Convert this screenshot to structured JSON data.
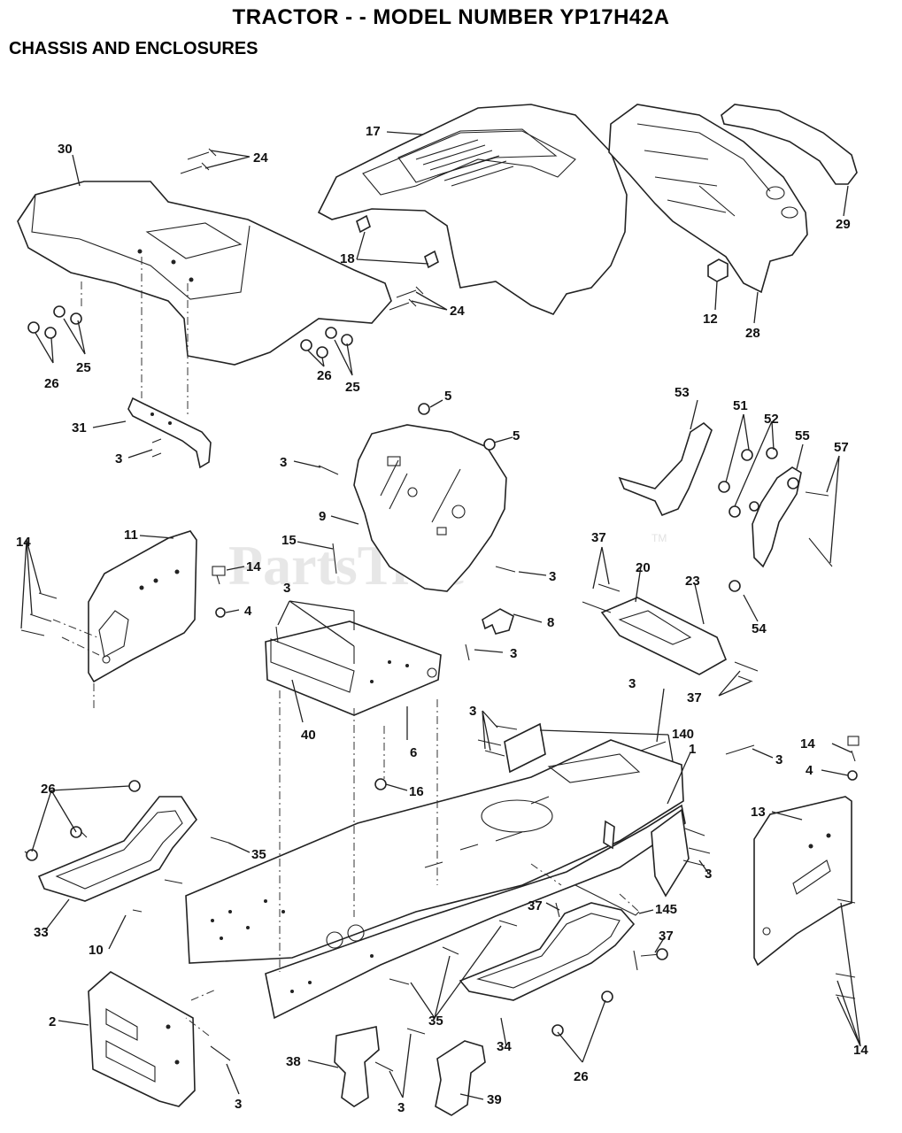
{
  "header": {
    "title": "TRACTOR - - MODEL NUMBER YP17H42A",
    "subtitle": "CHASSIS AND ENCLOSURES"
  },
  "watermark": {
    "text": "PartsTree",
    "tm": "TM"
  },
  "callouts": [
    {
      "id": "c30",
      "text": "30"
    },
    {
      "id": "c24a",
      "text": "24"
    },
    {
      "id": "c17",
      "text": "17"
    },
    {
      "id": "c18",
      "text": "18"
    },
    {
      "id": "c29",
      "text": "29"
    },
    {
      "id": "c24b",
      "text": "24"
    },
    {
      "id": "c12",
      "text": "12"
    },
    {
      "id": "c28",
      "text": "28"
    },
    {
      "id": "c25a",
      "text": "25"
    },
    {
      "id": "c26a",
      "text": "26"
    },
    {
      "id": "c25b",
      "text": "25"
    },
    {
      "id": "c26b",
      "text": "26"
    },
    {
      "id": "c5a",
      "text": "5"
    },
    {
      "id": "c53",
      "text": "53"
    },
    {
      "id": "c51",
      "text": "51"
    },
    {
      "id": "c52",
      "text": "52"
    },
    {
      "id": "c55",
      "text": "55"
    },
    {
      "id": "c57",
      "text": "57"
    },
    {
      "id": "c31",
      "text": "31"
    },
    {
      "id": "c5b",
      "text": "5"
    },
    {
      "id": "c3a",
      "text": "3"
    },
    {
      "id": "c3b",
      "text": "3"
    },
    {
      "id": "c9",
      "text": "9"
    },
    {
      "id": "c11",
      "text": "11"
    },
    {
      "id": "c15",
      "text": "15"
    },
    {
      "id": "c14a",
      "text": "14"
    },
    {
      "id": "c14b",
      "text": "14"
    },
    {
      "id": "c3c",
      "text": "3"
    },
    {
      "id": "c37a",
      "text": "37"
    },
    {
      "id": "c20",
      "text": "20"
    },
    {
      "id": "c23",
      "text": "23"
    },
    {
      "id": "c54",
      "text": "54"
    },
    {
      "id": "c4a",
      "text": "4"
    },
    {
      "id": "c3d",
      "text": "3"
    },
    {
      "id": "c8",
      "text": "8"
    },
    {
      "id": "c3e",
      "text": "3"
    },
    {
      "id": "c37b",
      "text": "37"
    },
    {
      "id": "c3f",
      "text": "3"
    },
    {
      "id": "c40",
      "text": "40"
    },
    {
      "id": "c6",
      "text": "6"
    },
    {
      "id": "c140",
      "text": "140"
    },
    {
      "id": "c3g",
      "text": "3"
    },
    {
      "id": "c1",
      "text": "1"
    },
    {
      "id": "c3h",
      "text": "3"
    },
    {
      "id": "c14c",
      "text": "14"
    },
    {
      "id": "c4b",
      "text": "4"
    },
    {
      "id": "c26c",
      "text": "26"
    },
    {
      "id": "c16",
      "text": "16"
    },
    {
      "id": "c13",
      "text": "13"
    },
    {
      "id": "c35a",
      "text": "35"
    },
    {
      "id": "c3i",
      "text": "3"
    },
    {
      "id": "c33",
      "text": "33"
    },
    {
      "id": "c10",
      "text": "10"
    },
    {
      "id": "c37c",
      "text": "37"
    },
    {
      "id": "c145",
      "text": "145"
    },
    {
      "id": "c37d",
      "text": "37"
    },
    {
      "id": "c2",
      "text": "2"
    },
    {
      "id": "c35b",
      "text": "35"
    },
    {
      "id": "c34",
      "text": "34"
    },
    {
      "id": "c14d",
      "text": "14"
    },
    {
      "id": "c38",
      "text": "38"
    },
    {
      "id": "c26d",
      "text": "26"
    },
    {
      "id": "c3j",
      "text": "3"
    },
    {
      "id": "c3k",
      "text": "3"
    },
    {
      "id": "c39",
      "text": "39"
    }
  ]
}
